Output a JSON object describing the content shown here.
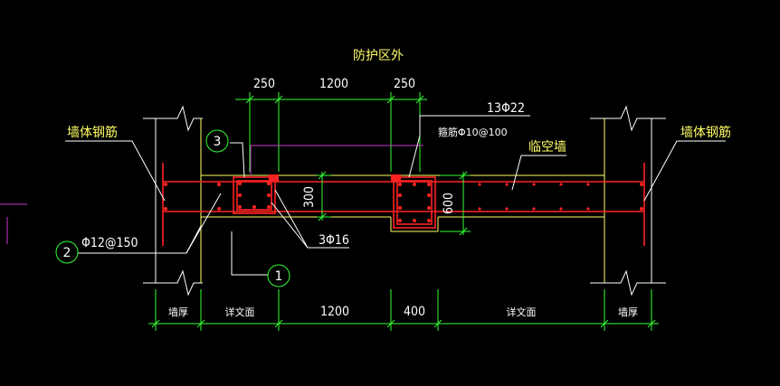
{
  "title": "防护区外",
  "colors": {
    "background": "#000000",
    "white": "#ffffff",
    "yellow": "#ffff66",
    "green": "#33ff33",
    "red": "#ff2222",
    "magenta": "#cc33cc"
  },
  "dims_top": [
    "250",
    "1200",
    "250"
  ],
  "dims_bottom": [
    "墙厚",
    "详文面",
    "1200",
    "400",
    "详文面",
    "墙厚"
  ],
  "dims_vertical": [
    "300",
    "600"
  ],
  "labels": {
    "wall_rebar_left": "墙体钢筋",
    "wall_rebar_right": "墙体钢筋",
    "main_bars": "13Φ22",
    "stirrup": "箍筋Φ10@100",
    "temp_wall": "临空墙",
    "rebar_spacing": "Φ12@150",
    "small_bars": "3Φ16"
  },
  "callouts": [
    "3",
    "2",
    "1"
  ]
}
